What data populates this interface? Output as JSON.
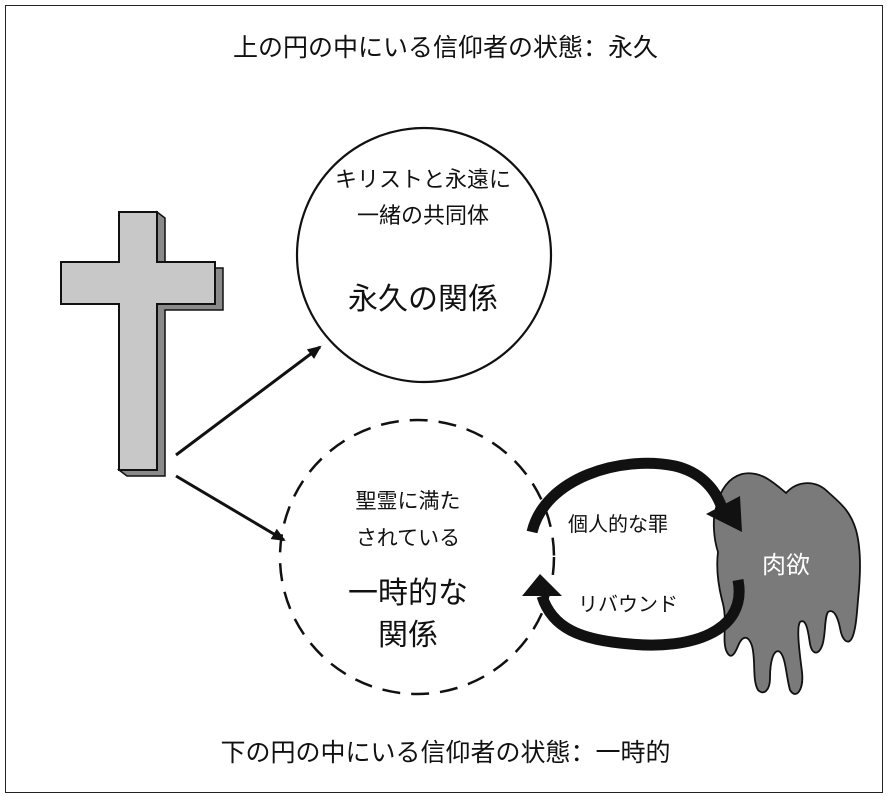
{
  "top_caption": "上の円の中にいる信仰者の状態：永久",
  "bottom_caption": "下の円の中にいる信仰者の状態：一時的",
  "upper_circle": {
    "line1": "キリストと永遠に",
    "line2": "一緒の共同体",
    "main": "永久の関係"
  },
  "lower_circle": {
    "line1": "聖霊に満た",
    "line2": "されている",
    "main1": "一時的な",
    "main2": "関係"
  },
  "sin_label": "個人的な罪",
  "rebound_label": "リバウンド",
  "flesh_label": "肉欲",
  "colors": {
    "cross_face": "#c8c8c8",
    "cross_shadow": "#8a8a8a",
    "flesh_blob": "#7a7a7a",
    "stroke": "#111111"
  }
}
